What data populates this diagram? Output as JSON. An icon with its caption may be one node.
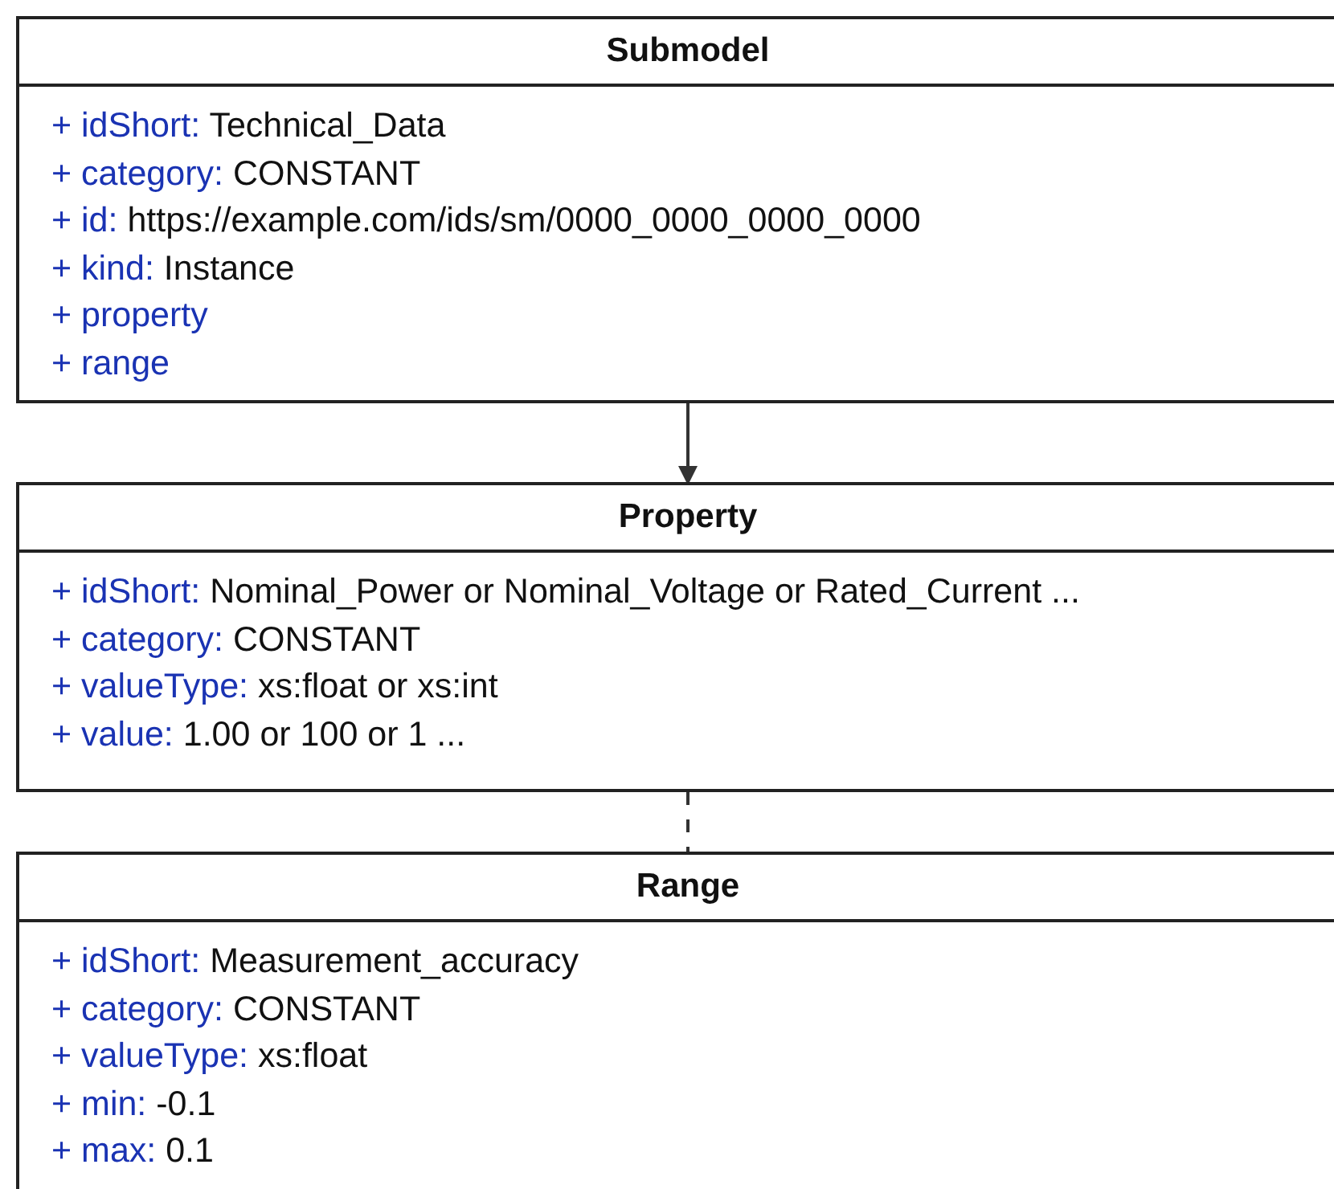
{
  "diagram": {
    "nodes": [
      {
        "text": [
          "Submodel",
          "+ idShort: Technical_Data",
          "+ category: CONSTANT",
          "+ id: https://example.com/ids/sm/0000_0000_0000_0000",
          "+ kind: Instance",
          "+ property",
          "+ range"
        ]
      },
      {
        "text": [
          "Property",
          "+ idShort: Nominal_Power or Nominal_Voltage or Rated_Current ...",
          "+ category: CONSTANT",
          "+ valueType: xs:float or xs:int",
          "+ value: 1.00 or 100 or 1 ..."
        ]
      },
      {
        "text": [
          "Range",
          "+ idShort: Measurement_accuracy",
          "+ category: CONSTANT",
          "+ valueType: xs:float",
          "+ min: -0.1",
          "+ max: 0.1"
        ]
      }
    ],
    "edges": [
      {
        "from": 0,
        "to": 1,
        "arrow": "to"
      },
      {
        "from": 1,
        "to": 2,
        "arrow": "none",
        "style": "dashed"
      }
    ]
  }
}
